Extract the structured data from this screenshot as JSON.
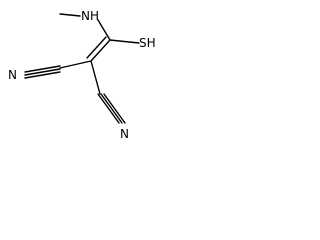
{
  "molecule": {
    "atoms": {
      "amine": "NH",
      "thiol": "SH",
      "nitrile_left": "N",
      "nitrile_right": "N"
    }
  }
}
